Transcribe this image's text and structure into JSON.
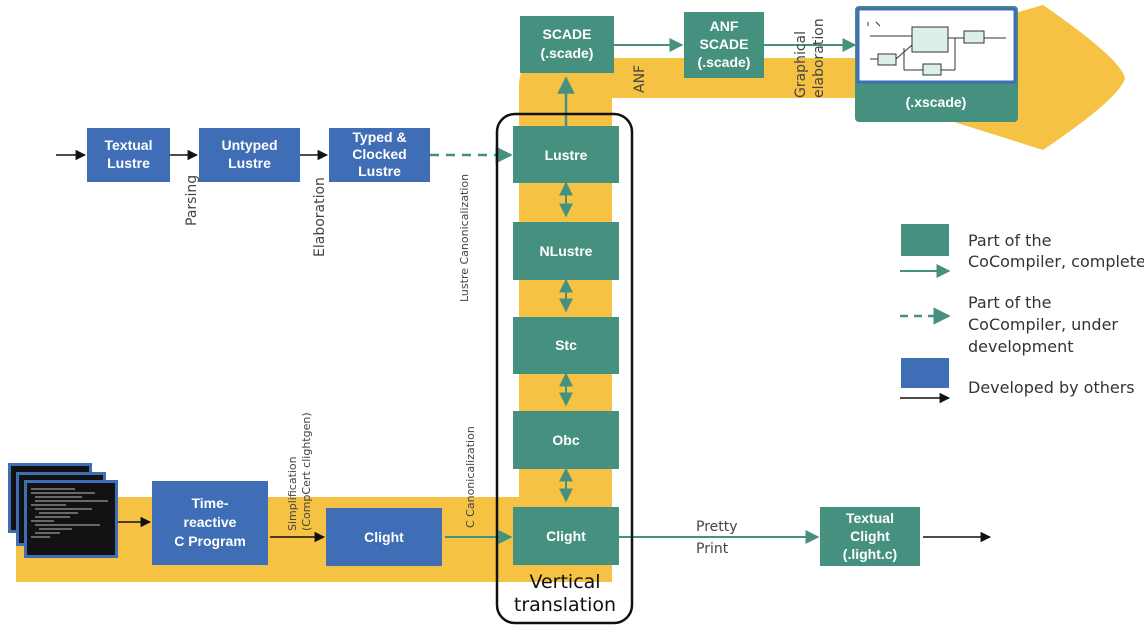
{
  "colors": {
    "complete": "#46907f",
    "others": "#3f6db6",
    "highlight": "#f5c243",
    "arrow_dark": "#111111"
  },
  "boxes": {
    "textual_lustre": [
      "Textual",
      "Lustre"
    ],
    "untyped_lustre": [
      "Untyped",
      "Lustre"
    ],
    "typed_clocked": [
      "Typed &",
      "Clocked",
      "Lustre"
    ],
    "lustre": [
      "Lustre"
    ],
    "nlustre": [
      "NLustre"
    ],
    "stc": [
      "Stc"
    ],
    "obc": [
      "Obc"
    ],
    "clight_vt": [
      "Clight"
    ],
    "scade": [
      "SCADE",
      "(.scade)"
    ],
    "anf_scade": [
      "ANF",
      "SCADE",
      "(.scade)"
    ],
    "xscade": [
      "(.xscade)"
    ],
    "time_reactive": [
      "Time-",
      "reactive",
      "C Program"
    ],
    "clight_in": [
      "Clight"
    ],
    "textual_clight": [
      "Textual",
      "Clight",
      "(.light.c)"
    ]
  },
  "edge_labels": {
    "parsing": "Parsing",
    "elaboration": "Elaboration",
    "lustre_canon": "Lustre Canonicalization",
    "c_canon": "C Canonicalization",
    "simplification": [
      "Simplification",
      "(CompCert clightgen)"
    ],
    "anf": "ANF",
    "graphical": [
      "Graphical",
      "elaboration"
    ],
    "pretty_print": [
      "Pretty",
      "Print"
    ]
  },
  "vertical_translation": [
    "Vertical",
    "translation"
  ],
  "legend": {
    "complete": [
      "Part of the",
      "CoCompiler, complete"
    ],
    "under_dev": [
      "Part of the",
      "CoCompiler, under",
      "development"
    ],
    "others": "Developed by others"
  }
}
